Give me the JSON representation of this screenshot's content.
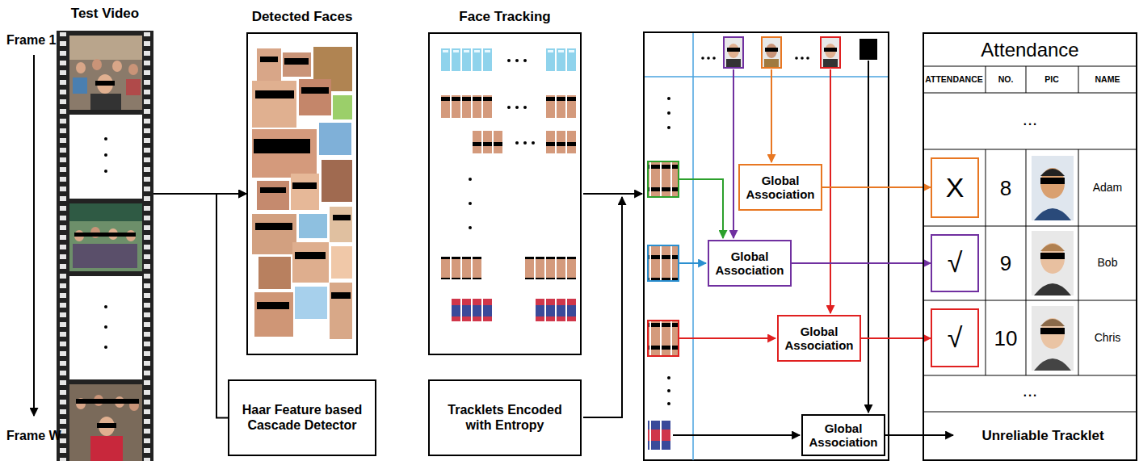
{
  "diagram": {
    "nodes": [
      {
        "text": [
          "Test Video"
        ]
      },
      {
        "text": [
          "Detected Faces"
        ]
      },
      {
        "text": [
          "Face Tracking"
        ]
      },
      {
        "text": [
          "Haar Feature based Cascade Detector"
        ]
      },
      {
        "text": [
          "Tracklets Encoded with Entropy"
        ]
      },
      {
        "text": [
          "Global Association"
        ]
      },
      {
        "text": [
          "Global Association"
        ]
      },
      {
        "text": [
          "Global Association"
        ]
      },
      {
        "text": [
          "Global Association"
        ]
      },
      {
        "text": [
          "Attendance"
        ]
      },
      {
        "text": [
          "X"
        ],
        "in": 9
      },
      {
        "text": [
          "√"
        ],
        "in": 9
      },
      {
        "text": [
          "√"
        ],
        "in": 9
      },
      {
        "text": [
          "Unreliable Tracklet"
        ],
        "in": 9
      }
    ],
    "edges": [
      {
        "from": 0,
        "to": 1,
        "arrow": "to"
      },
      {
        "from": 3,
        "to": 1,
        "arrow": "to"
      },
      {
        "from": 5,
        "to": 10,
        "arrow": "to"
      },
      {
        "from": 6,
        "to": 11,
        "arrow": "to"
      },
      {
        "from": 7,
        "to": 12,
        "arrow": "to"
      },
      {
        "from": 8,
        "to": 13,
        "arrow": "to"
      }
    ],
    "labels": [
      "Frame 1",
      "Frame W",
      "ATTENDANCE",
      "NO.",
      "PIC",
      "NAME",
      "...",
      "8",
      "Adam",
      "9",
      "Bob",
      "10",
      "Chris",
      "..."
    ]
  }
}
